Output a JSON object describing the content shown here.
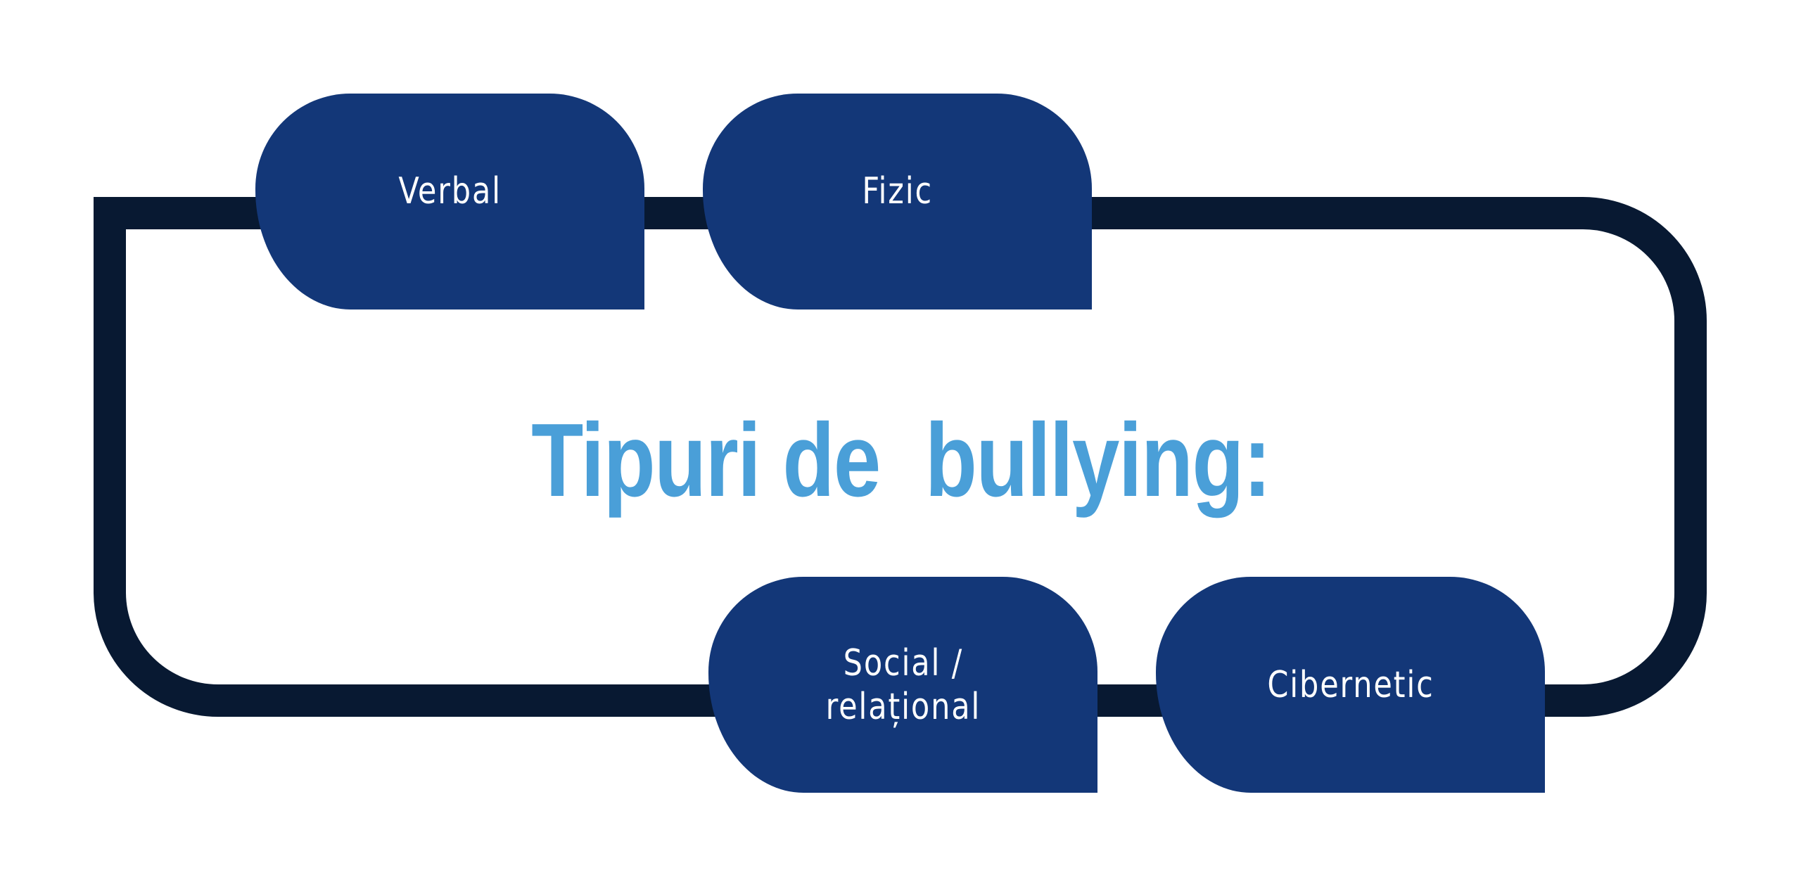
{
  "title": "Tipuri de  bullying:",
  "colors": {
    "frame": "#081932",
    "box": "#133778",
    "box_text": "#ffffff",
    "title": "#4a9fd8",
    "background": "#ffffff"
  },
  "items": [
    {
      "label": "Verbal"
    },
    {
      "label": "Fizic"
    },
    {
      "label": "Social /\nrelațional"
    },
    {
      "label": "Cibernetic"
    }
  ]
}
